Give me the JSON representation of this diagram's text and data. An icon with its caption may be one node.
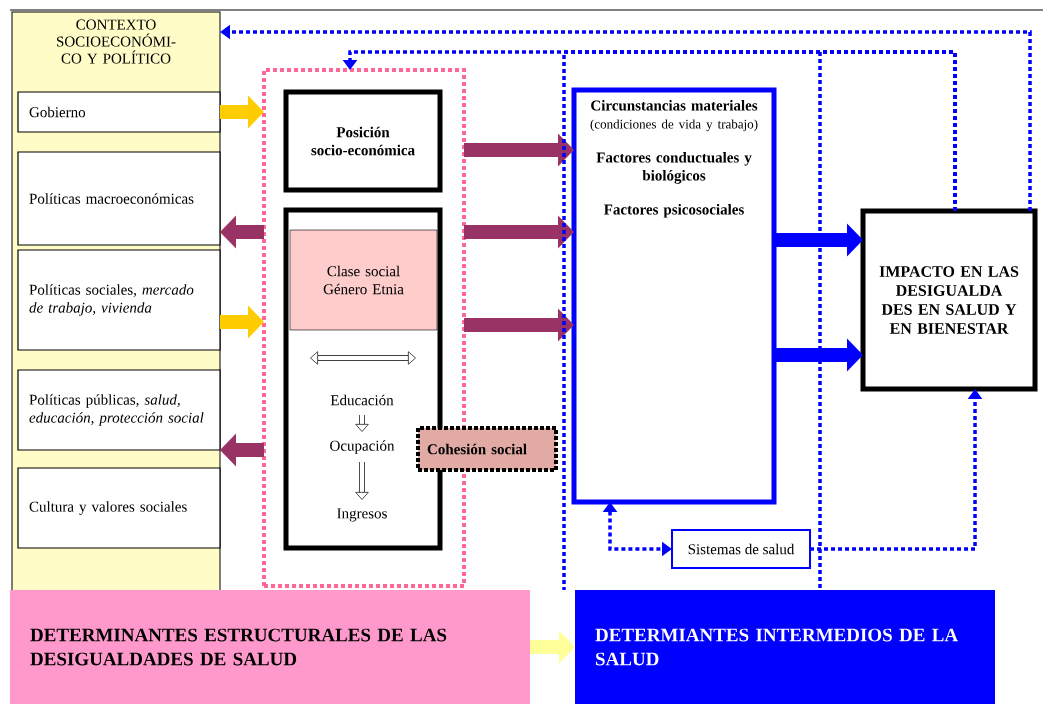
{
  "diagram": {
    "nodes": [
      {
        "text": [
          "CONTEXTO SOCIOECONÓMI-CO Y POLÍTICO"
        ]
      },
      {
        "text": [
          "Gobierno"
        ],
        "in": 0
      },
      {
        "text": [
          "Políticas macroeconómicas"
        ],
        "in": 0
      },
      {
        "text": [
          "Políticas sociales, *mercado de trabajo, vivienda*"
        ],
        "in": 0
      },
      {
        "text": [
          "Políticas públicas, *salud, educación, protección social*"
        ],
        "in": 0
      },
      {
        "text": [
          "Cultura y valores sociales"
        ],
        "in": 0
      },
      {
        "text": [],
        "shape": "box"
      },
      {
        "text": [
          "Posición socio-económica"
        ],
        "in": 6
      },
      {
        "text": [],
        "shape": "box",
        "in": 6
      },
      {
        "text": [
          "Clase social Género Etnia"
        ],
        "in": 8
      },
      {
        "text": [
          "Educación"
        ],
        "in": 8
      },
      {
        "text": [
          "Ocupación"
        ],
        "in": 8
      },
      {
        "text": [
          "Ingresos"
        ],
        "in": 8
      },
      {
        "text": [
          "Cohesión social"
        ]
      },
      {
        "text": [
          "Circunstancias materiales",
          "(condiciones de vida y trabajo)",
          "Factores conductuales y biológicos",
          "Factores psicosociales"
        ]
      },
      {
        "text": [
          "IMPACTO EN LAS DESIGUALDA DES EN SALUD Y EN BIENESTAR"
        ]
      },
      {
        "text": [
          "Sistemas de salud"
        ]
      },
      {
        "text": [
          "DETERMINANTES ESTRUCTURALES DE LAS DESIGUALDADES DE SALUD"
        ]
      },
      {
        "text": [
          "DETERMIANTES INTERMEDIOS DE LA SALUD"
        ]
      }
    ],
    "edges": [
      {
        "from": 1,
        "to": 6,
        "arrow": "to",
        "color": "#ffcc00"
      },
      {
        "from": 3,
        "to": 6,
        "arrow": "to",
        "color": "#ffcc00"
      },
      {
        "from": 6,
        "to": 2,
        "arrow": "to",
        "color": "#993366"
      },
      {
        "from": 6,
        "to": 4,
        "arrow": "to",
        "color": "#993366"
      },
      {
        "from": 6,
        "to": 14,
        "arrow": "to",
        "color": "#993366"
      },
      {
        "from": 6,
        "to": 14,
        "arrow": "to",
        "color": "#993366"
      },
      {
        "from": 6,
        "to": 14,
        "arrow": "to",
        "color": "#993366"
      },
      {
        "from": 14,
        "to": 15,
        "arrow": "to"
      },
      {
        "from": 14,
        "to": 15,
        "arrow": "to"
      },
      {
        "from": 10,
        "to": 11,
        "arrow": "to",
        "color": "#000000"
      },
      {
        "from": 11,
        "to": 12,
        "arrow": "to",
        "color": "#000000"
      },
      {
        "from": 15,
        "to": 0,
        "arrow": "to",
        "style": "dashed"
      },
      {
        "from": 15,
        "to": 6,
        "arrow": "to",
        "style": "dashed"
      },
      {
        "from": 15,
        "to": 18,
        "arrow": "none",
        "style": "dashed"
      },
      {
        "from": 15,
        "to": 18,
        "arrow": "none",
        "style": "dashed"
      },
      {
        "from": 14,
        "to": 16,
        "arrow": "both",
        "style": "dashed"
      },
      {
        "from": 16,
        "to": 15,
        "arrow": "to",
        "style": "dashed"
      },
      {
        "from": 17,
        "to": 18,
        "arrow": "to",
        "color": "#ffff99"
      }
    ]
  }
}
